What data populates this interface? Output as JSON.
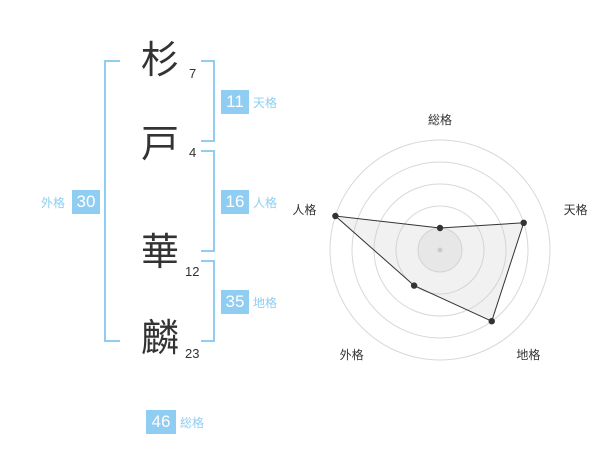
{
  "name": {
    "chars": [
      {
        "char": "杉",
        "strokes": "7"
      },
      {
        "char": "戸",
        "strokes": "4"
      },
      {
        "char": "華",
        "strokes": "12"
      },
      {
        "char": "麟",
        "strokes": "23"
      }
    ]
  },
  "fortunes": {
    "tenkaku": {
      "value": "11",
      "label": "天格"
    },
    "jinkaku": {
      "value": "16",
      "label": "人格"
    },
    "chikaku": {
      "value": "35",
      "label": "地格"
    },
    "gaikaku": {
      "value": "30",
      "label": "外格"
    },
    "soukaku": {
      "value": "46",
      "label": "総格"
    }
  },
  "chart_data": {
    "type": "radar",
    "axes": [
      "総格",
      "天格",
      "地格",
      "外格",
      "人格"
    ],
    "max": 5,
    "rings": 5,
    "values": [
      1,
      4,
      4,
      2,
      5
    ]
  }
}
